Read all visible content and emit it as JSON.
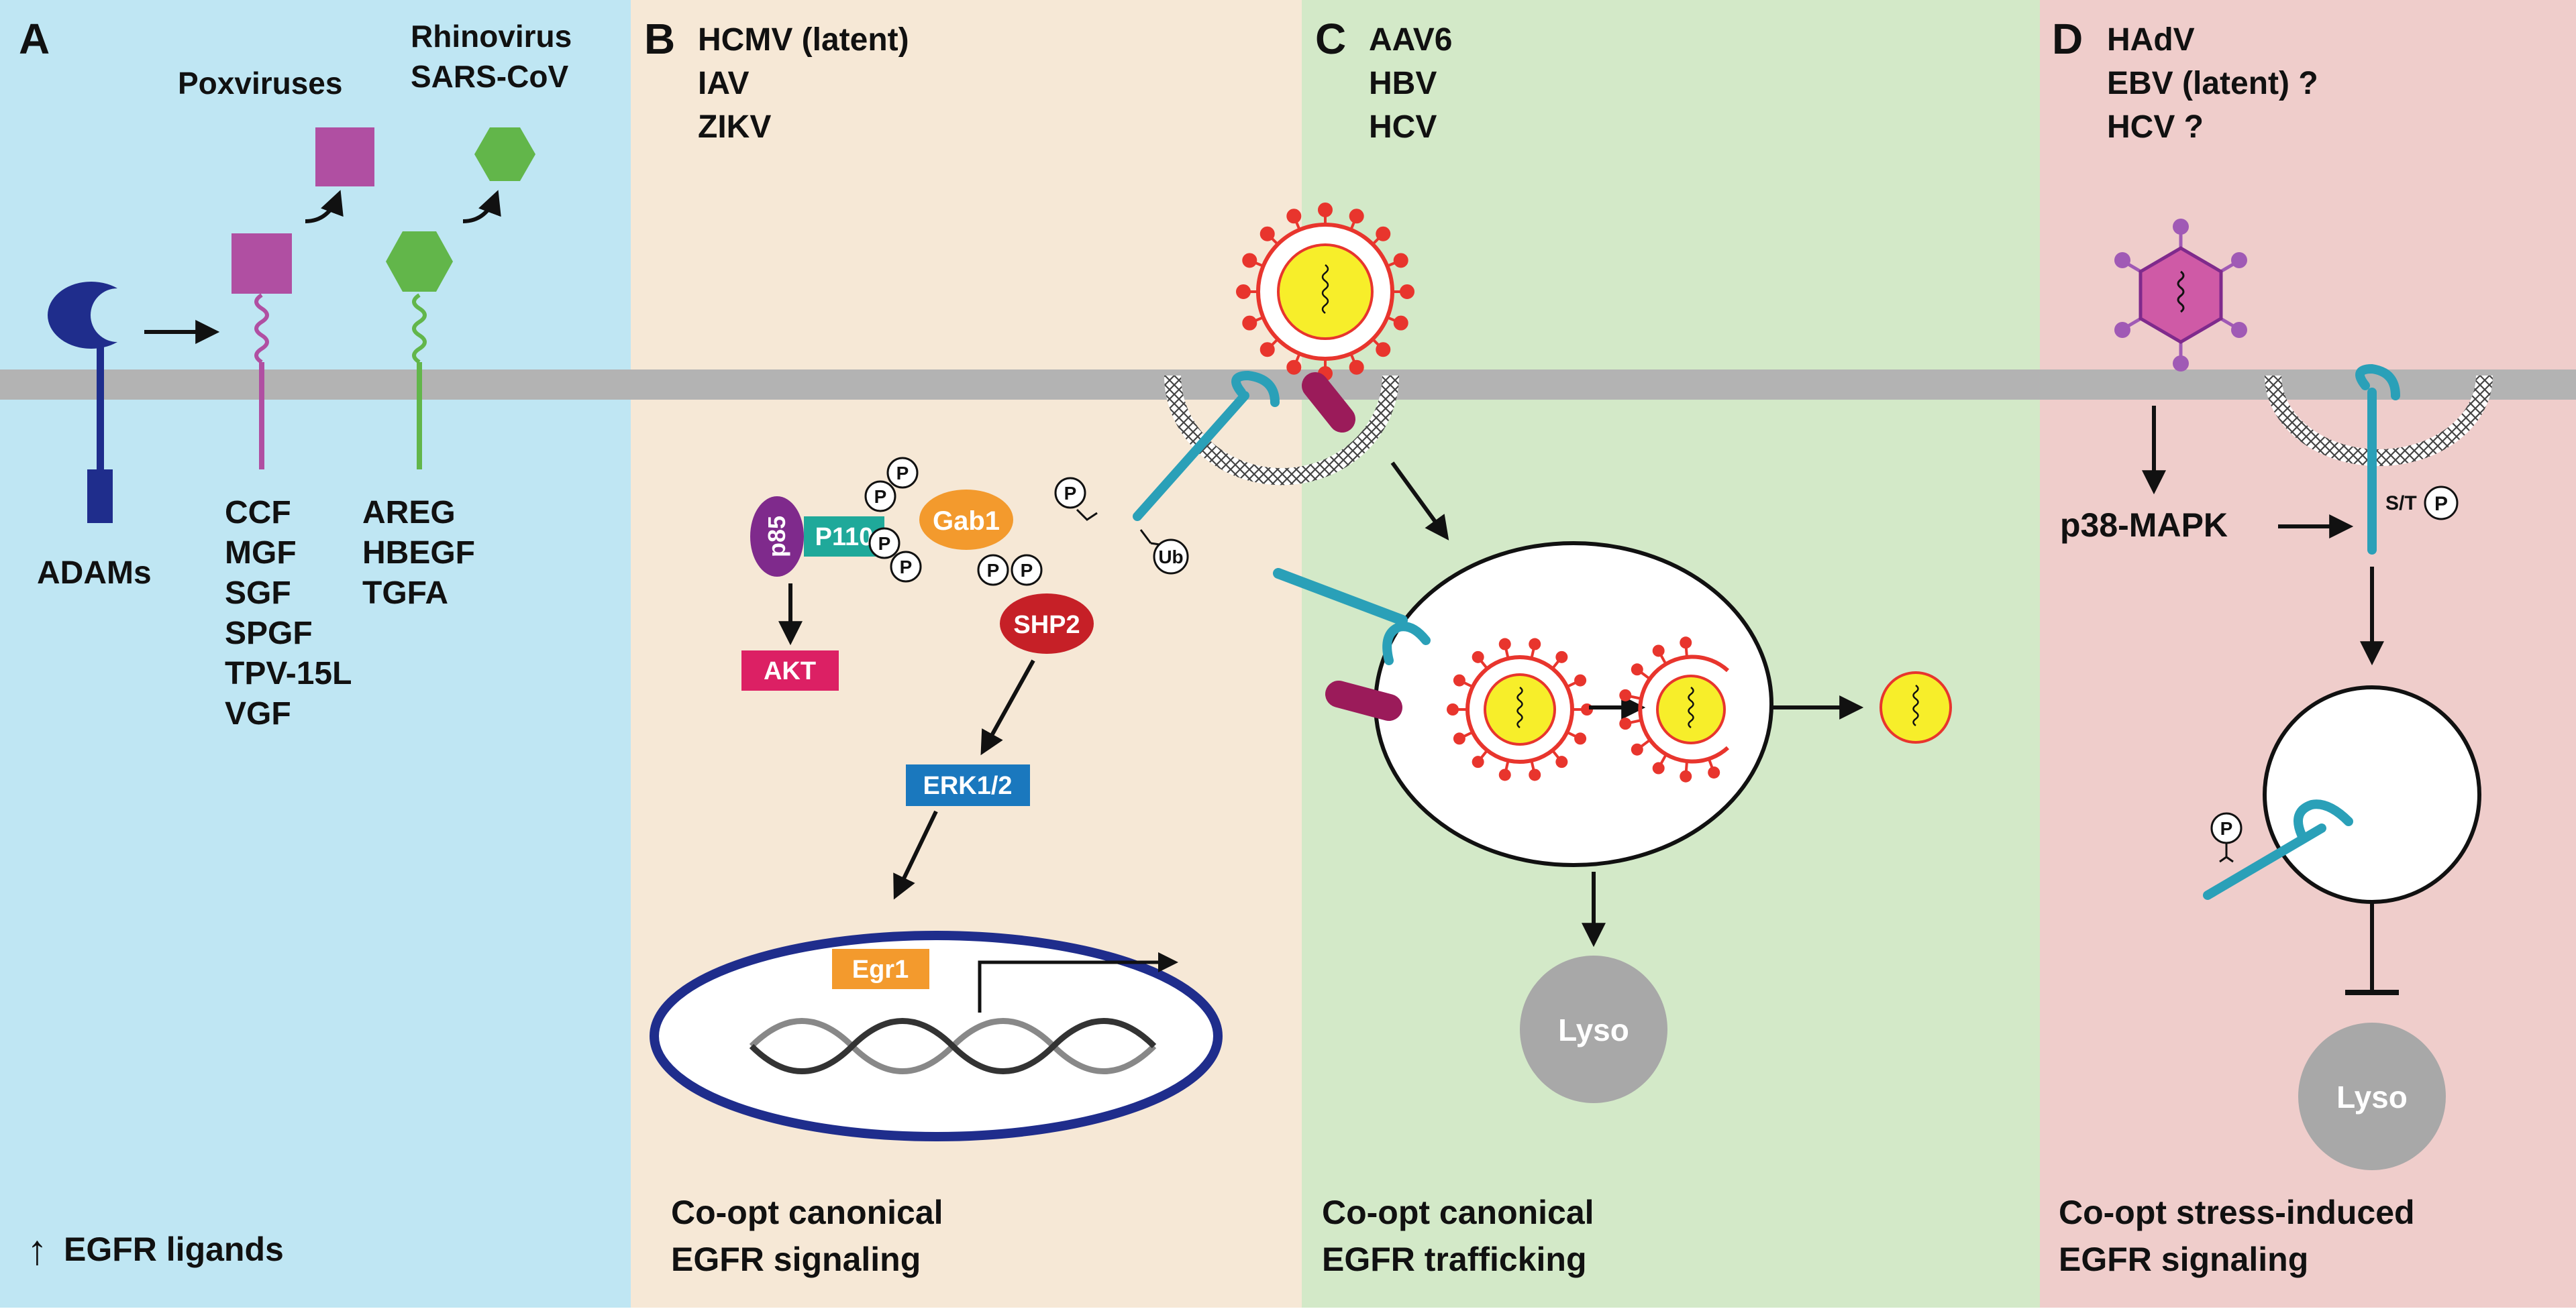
{
  "panels": {
    "A": {
      "letter": "A",
      "virus_labels": [
        "Poxviruses",
        "Rhinovirus",
        "SARS-CoV"
      ],
      "enzyme": "ADAMs",
      "pox_ligands": [
        "CCF",
        "MGF",
        "SGF",
        "SPGF",
        "TPV-15L",
        "VGF"
      ],
      "host_ligands": [
        "AREG",
        "HBEGF",
        "TGFA"
      ],
      "caption_arrow": "↑",
      "caption": "EGFR ligands"
    },
    "B": {
      "letter": "B",
      "viruses": [
        "HCMV (latent)",
        "IAV",
        "ZIKV"
      ],
      "p85": "p85",
      "p110": "P110",
      "gab1": "Gab1",
      "shp2": "SHP2",
      "akt": "AKT",
      "erk": "ERK1/2",
      "egr1": "Egr1",
      "phospho": "P",
      "ub": "Ub",
      "caption_line1": "Co-opt canonical",
      "caption_line2": "EGFR signaling"
    },
    "C": {
      "letter": "C",
      "viruses": [
        "AAV6",
        "HBV",
        "HCV"
      ],
      "lyso": "Lyso",
      "caption_line1": "Co-opt canonical",
      "caption_line2": "EGFR trafficking"
    },
    "D": {
      "letter": "D",
      "viruses": [
        "HAdV",
        "EBV (latent) ?",
        "HCV ?"
      ],
      "p38": "p38-MAPK",
      "st": "S/T",
      "phospho": "P",
      "lyso": "Lyso",
      "caption_line1": "Co-opt stress-induced",
      "caption_line2": "EGFR signaling"
    }
  },
  "colors": {
    "panel_A_bg": "#bfe6f3",
    "panel_B_bg": "#f6e8d6",
    "panel_C_bg": "#d3e9c8",
    "panel_D_bg": "#efcdcb",
    "membrane": "#b3b3b3",
    "egfr": "#2aa0b8",
    "adam": "#1f2d8c",
    "pox_ligand": "#b04fa2",
    "host_ligand": "#62b64a",
    "p85": "#7f2a8c",
    "p110": "#1fa99a",
    "gab1": "#f39a2d",
    "shp2": "#c62027",
    "akt": "#dc2064",
    "erk": "#1a78be",
    "egr1": "#f39a2d",
    "virion_red": "#e8352d",
    "virion_core": "#f7ee2a",
    "lyso": "#a8a8a8",
    "nucleus_border": "#1f2d8c"
  }
}
